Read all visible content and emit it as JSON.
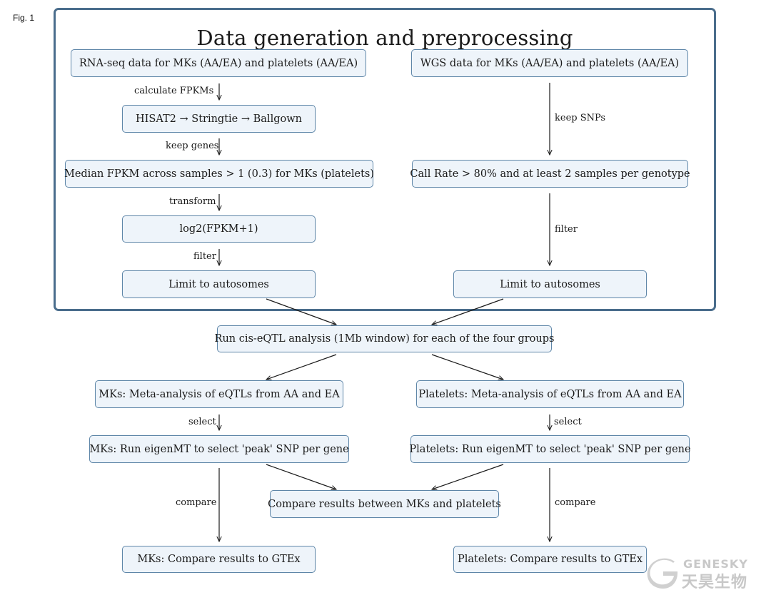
{
  "figure_label": "Fig. 1",
  "panel_title": "Data generation and preprocessing",
  "nodes": {
    "rna_seq": "RNA-seq data for MKs (AA/EA) and platelets (AA/EA)",
    "wgs": "WGS data for MKs (AA/EA) and platelets (AA/EA)",
    "hisat": "HISAT2 → Stringtie → Ballgown",
    "median_fpkm": "Median FPKM across samples > 1 (0.3) for MKs (platelets)",
    "call_rate": "Call Rate > 80% and at least 2 samples per genotype",
    "log2": "log2(FPKM+1)",
    "limit_left": "Limit to autosomes",
    "limit_right": "Limit to autosomes",
    "cis_eqtl": "Run cis-eQTL analysis (1Mb window) for each of the four groups",
    "mk_meta": "MKs: Meta-analysis of eQTLs from AA and EA",
    "plt_meta": "Platelets: Meta-analysis of eQTLs from AA and EA",
    "mk_eigen": "MKs: Run eigenMT to select 'peak' SNP per gene",
    "plt_eigen": "Platelets: Run eigenMT to select 'peak' SNP per gene",
    "compare_between": "Compare results between MKs and platelets",
    "mk_gtex": "MKs: Compare results to GTEx",
    "plt_gtex": "Platelets: Compare results to GTEx"
  },
  "edge_labels": {
    "calc_fpkm": "calculate FPKMs",
    "keep_genes": "keep genes",
    "transform": "transform",
    "filter_left": "filter",
    "keep_snps": "keep SNPs",
    "filter_right": "filter",
    "select_left": "select",
    "select_right": "select",
    "compare_left": "compare",
    "compare_right": "compare"
  },
  "logo": {
    "en": "GENESKY",
    "cn": "天昊生物"
  },
  "colors": {
    "panel_border": "#4a6d8c",
    "node_fill": "#eef4fa",
    "node_border": "#5e86a8",
    "arrow": "#1a1a1a"
  }
}
